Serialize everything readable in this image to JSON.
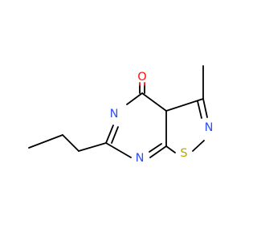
{
  "molecule": {
    "atoms": {
      "oxygen": {
        "label": "O",
        "color": "#ff0d0d"
      },
      "nitrogen_pyrimidine_top": {
        "label": "N",
        "color": "#3050f8"
      },
      "nitrogen_pyrimidine_bottom": {
        "label": "N",
        "color": "#3050f8"
      },
      "nitrogen_isothiazole": {
        "label": "N",
        "color": "#3050f8"
      },
      "sulfur": {
        "label": "S",
        "color": "#b8a800"
      }
    },
    "bond_color": "#000000",
    "background": "#ffffff"
  }
}
